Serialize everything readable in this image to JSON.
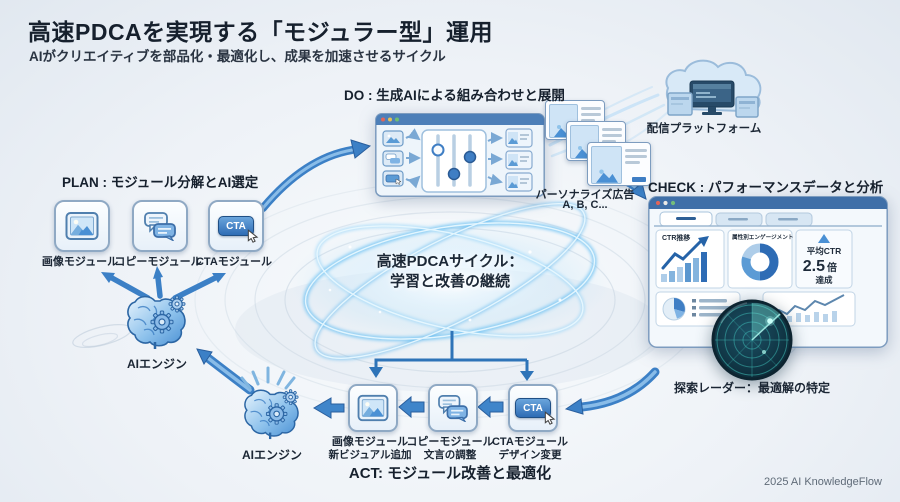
{
  "header": {
    "title": "高速PDCAを実現する「モジュラー型」運用",
    "subtitle": "AIがクリエイティブを部品化・最適化し、成果を加速させるサイクル"
  },
  "plan": {
    "label": "PLAN : モジュール分解とAI選定",
    "modules": [
      {
        "label": "画像モジュール",
        "icon": "image-icon"
      },
      {
        "label": "コピーモジュール",
        "icon": "chat-icon"
      },
      {
        "label": "CTAモジュール",
        "icon": "cta-button-icon"
      }
    ]
  },
  "do_section": {
    "label": "DO : 生成AIによる組み合わせと展開",
    "window_icon": "mixer-sliders-icon",
    "ads_label": "パーソナライズ広告",
    "ads_variants": "A, B, C..."
  },
  "platform": {
    "label": "配信プラットフォーム",
    "icon": "cloud-devices-icon"
  },
  "check": {
    "label": "CHECK : パフォーマンスデータと分析",
    "dashboard": {
      "panel_ctr": "CTR推移",
      "panel_engagement": "属性別エンゲージメント",
      "avg_ctr_label": "平均CTR",
      "avg_ctr_value": "2.5",
      "avg_ctr_unit": "倍",
      "avg_ctr_status": "達成"
    },
    "radar_label": "探索レーダー：最適解の特定",
    "radar_icon": "radar-icon"
  },
  "cycle_center": {
    "line1": "高速PDCAサイクル：",
    "line2": "学習と改善の継続"
  },
  "act": {
    "label": "ACT: モジュール改善と最適化",
    "modules": [
      {
        "label": "画像モジュール",
        "sub": "新ビジュアル追加",
        "icon": "image-icon"
      },
      {
        "label": "コピーモジュール",
        "sub": "文言の調整",
        "icon": "chat-icon"
      },
      {
        "label": "CTAモジュール",
        "sub": "デザイン変更",
        "icon": "cta-button-icon"
      }
    ]
  },
  "ai_engines": {
    "engine1_label": "AIエンジン",
    "engine2_label": "AIエンジン",
    "icon": "brain-gears-icon"
  },
  "cta_text": "CTA",
  "footer": "2025 AI KnowledgeFlow",
  "colors": {
    "accent": "#2e6cb5",
    "arrow": "#3c80c6",
    "glow": "#6fc2f3",
    "radar_screen": "#123a4a",
    "title_text": "#16202d"
  }
}
